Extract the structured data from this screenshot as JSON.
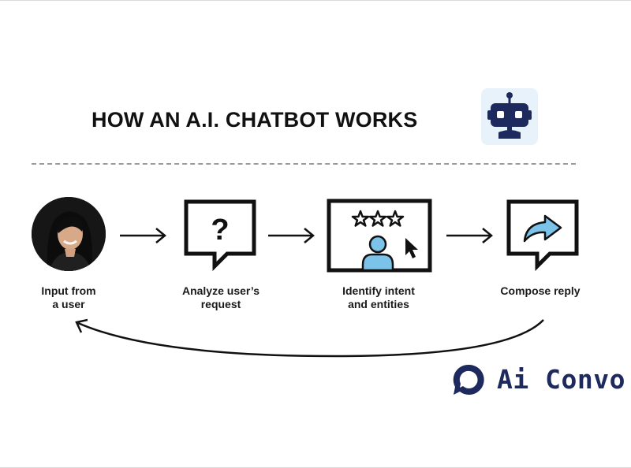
{
  "title": "HOW AN A.I. CHATBOT WORKS",
  "steps": [
    {
      "label": "Input from\na user",
      "icon": "user-photo"
    },
    {
      "label": "Analyze user’s\nrequest",
      "icon": "question-bubble-icon"
    },
    {
      "label": "Identify intent\nand entities",
      "icon": "screen-person-stars-icon"
    },
    {
      "label": "Compose reply",
      "icon": "reply-bubble-icon"
    }
  ],
  "brand": {
    "name": "Ai Convo",
    "color": "#1e2a5e"
  },
  "colors": {
    "accent": "#7cc3ea",
    "robot": "#1e2a5e",
    "robot_bg": "#e8f2fb",
    "ink": "#111111"
  }
}
